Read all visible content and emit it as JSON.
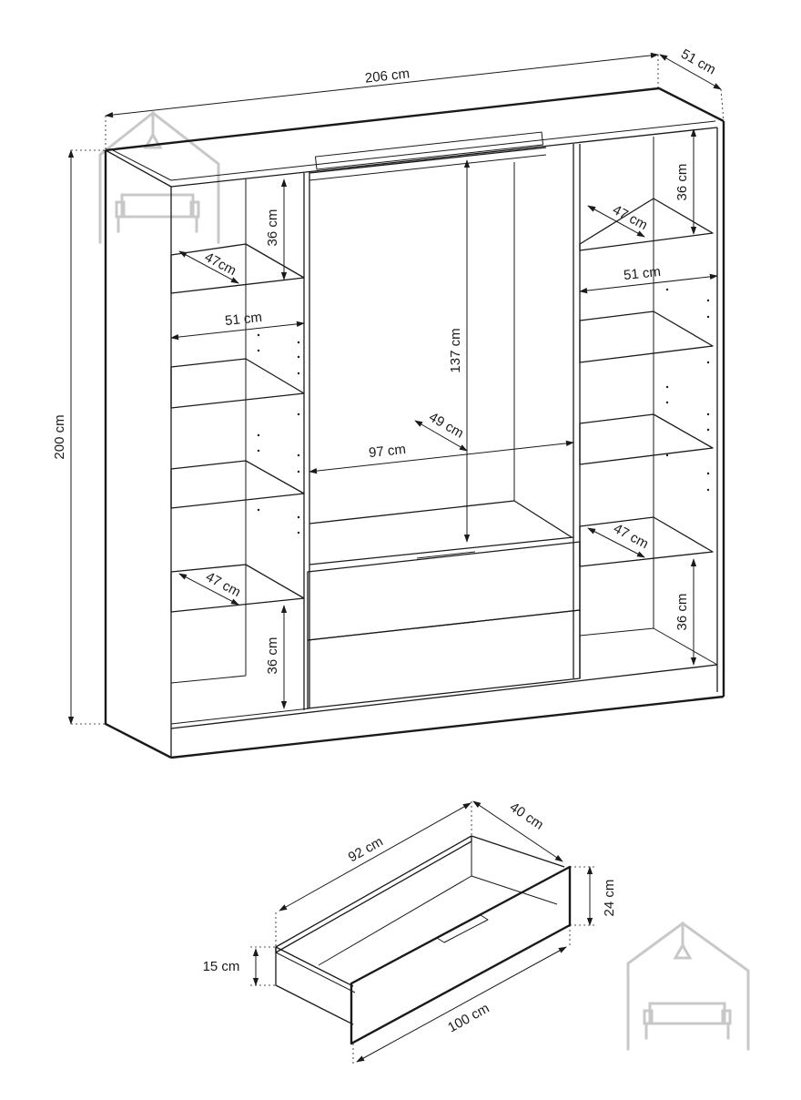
{
  "wardrobe": {
    "overall_width": "206 cm",
    "overall_depth": "51 cm",
    "overall_height": "200 cm",
    "left_unit": {
      "shelf_height_top": "36 cm",
      "shelf_depth_top": "47cm",
      "inner_width": "51 cm",
      "shelf_depth_lower": "47 cm",
      "shelf_height_bottom": "36 cm"
    },
    "center_unit": {
      "hanging_height": "137 cm",
      "inner_depth": "49 cm",
      "inner_width": "97 cm"
    },
    "right_unit": {
      "shelf_height_top": "36 cm",
      "shelf_depth_top": "47 cm",
      "inner_width": "51 cm",
      "shelf_depth_lower": "47 cm",
      "shelf_height_bottom": "36 cm"
    }
  },
  "drawer": {
    "inner_length": "92 cm",
    "inner_depth": "40 cm",
    "front_height": "24 cm",
    "side_height": "15 cm",
    "front_length": "100 cm"
  },
  "logo": {
    "icon": "house-with-sofa-icon",
    "color": "#c8c8c8"
  }
}
